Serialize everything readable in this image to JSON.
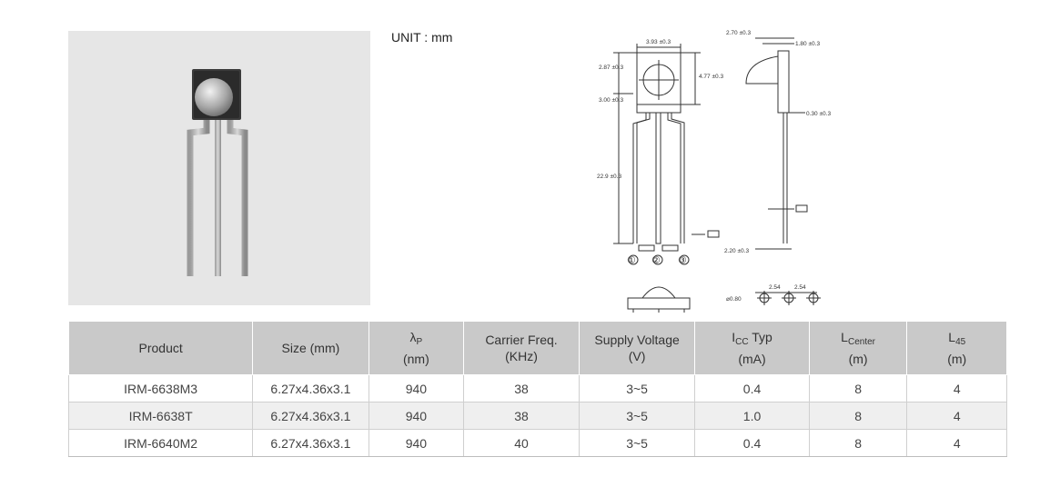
{
  "unit_label": "UNIT : mm",
  "drawing": {
    "dim_width": "3.93 ±0.3",
    "dim_top": "2.87 ±0.3",
    "dim_height": "4.77 ±0.3",
    "dim_mid": "3.00 ±0.3",
    "dim_lead": "22.9 ±0.3",
    "dim_side_top": "2.70 ±0.3",
    "dim_side_lens": "1.80 ±0.3",
    "dim_side_lead": "0.30 ±0.3",
    "dim_side_bottom": "2.20 ±0.3",
    "dim_pin_dia": "⌀0.80",
    "dim_pitch_1": "2.54",
    "dim_pitch_2": "2.54",
    "pin_1": "①",
    "pin_2": "②",
    "pin_3": "③"
  },
  "table": {
    "headers": {
      "product": "Product",
      "size": "Size (mm)",
      "lambda_main": "λ",
      "lambda_sub": "P",
      "lambda_unit": "(nm)",
      "carrier_line1": "Carrier Freq.",
      "carrier_line2": "(KHz)",
      "supply_line1": "Supply Voltage",
      "supply_line2": "(V)",
      "icc_main": "I",
      "icc_sub": "CC",
      "icc_tail": " Typ",
      "icc_unit": "(mA)",
      "lcenter_main": "L",
      "lcenter_sub": "Center",
      "lcenter_unit": "(m)",
      "l45_main": "L",
      "l45_sub": "45",
      "l45_unit": "(m)"
    },
    "rows": [
      {
        "product": "IRM-6638M3",
        "size": "6.27x4.36x3.1",
        "lambda": "940",
        "carrier": "38",
        "supply": "3~5",
        "icc": "0.4",
        "lcenter": "8",
        "l45": "4"
      },
      {
        "product": "IRM-6638T",
        "size": "6.27x4.36x3.1",
        "lambda": "940",
        "carrier": "38",
        "supply": "3~5",
        "icc": "1.0",
        "lcenter": "8",
        "l45": "4"
      },
      {
        "product": "IRM-6640M2",
        "size": "6.27x4.36x3.1",
        "lambda": "940",
        "carrier": "40",
        "supply": "3~5",
        "icc": "0.4",
        "lcenter": "8",
        "l45": "4"
      }
    ]
  }
}
